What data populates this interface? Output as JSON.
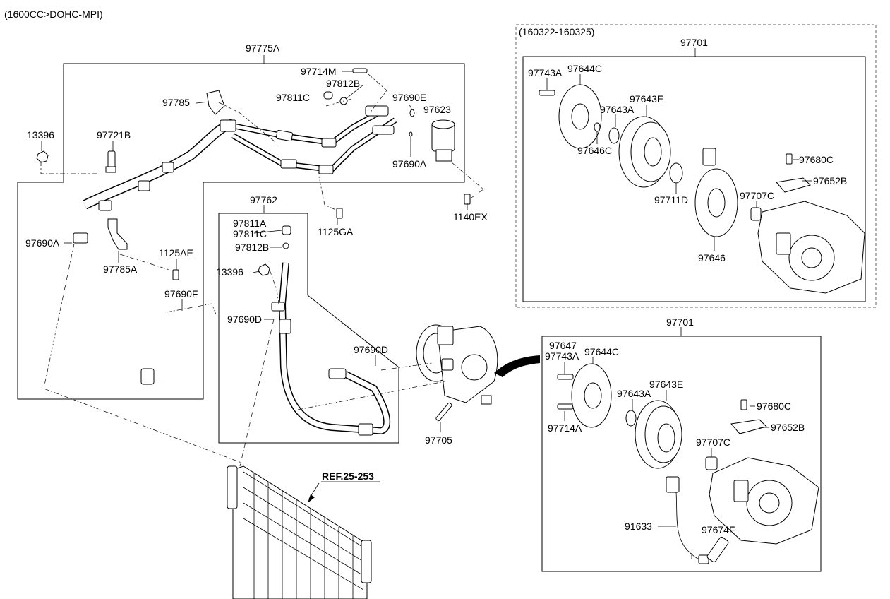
{
  "header": {
    "engine_spec": "(1600CC>DOHC-MPI)"
  },
  "upper_kit": {
    "date_range": "(160322-160325)",
    "assembly": "97701"
  },
  "lower_kit": {
    "assembly": "97701"
  },
  "reference": "REF.25-253",
  "labels": {
    "97775A": "97775A",
    "97714M": "97714M",
    "97812B_a": "97812B",
    "97811C_a": "97811C",
    "97785": "97785",
    "97690E": "97690E",
    "97623": "97623",
    "97690A_a": "97690A",
    "13396_a": "13396",
    "97721B": "97721B",
    "1125GA": "1125GA",
    "1140EX": "1140EX",
    "97762": "97762",
    "97811A": "97811A",
    "97811C_b": "97811C",
    "97812B_b": "97812B",
    "97690A_b": "97690A",
    "97785A": "97785A",
    "1125AE": "1125AE",
    "13396_b": "13396",
    "97690F": "97690F",
    "97690D_a": "97690D",
    "97690D_b": "97690D",
    "97705": "97705",
    "u_97743A": "97743A",
    "u_97644C": "97644C",
    "u_97643A": "97643A",
    "u_97643E": "97643E",
    "u_97646C": "97646C",
    "u_97680C": "97680C",
    "u_97652B": "97652B",
    "u_97711D": "97711D",
    "u_97707C": "97707C",
    "u_97646": "97646",
    "l_97647": "97647",
    "l_97743A": "97743A",
    "l_97644C": "97644C",
    "l_97643A": "97643A",
    "l_97643E": "97643E",
    "l_97680C": "97680C",
    "l_97652B": "97652B",
    "l_97714A": "97714A",
    "l_97707C": "97707C",
    "l_91633": "91633",
    "l_97674F": "97674F"
  }
}
